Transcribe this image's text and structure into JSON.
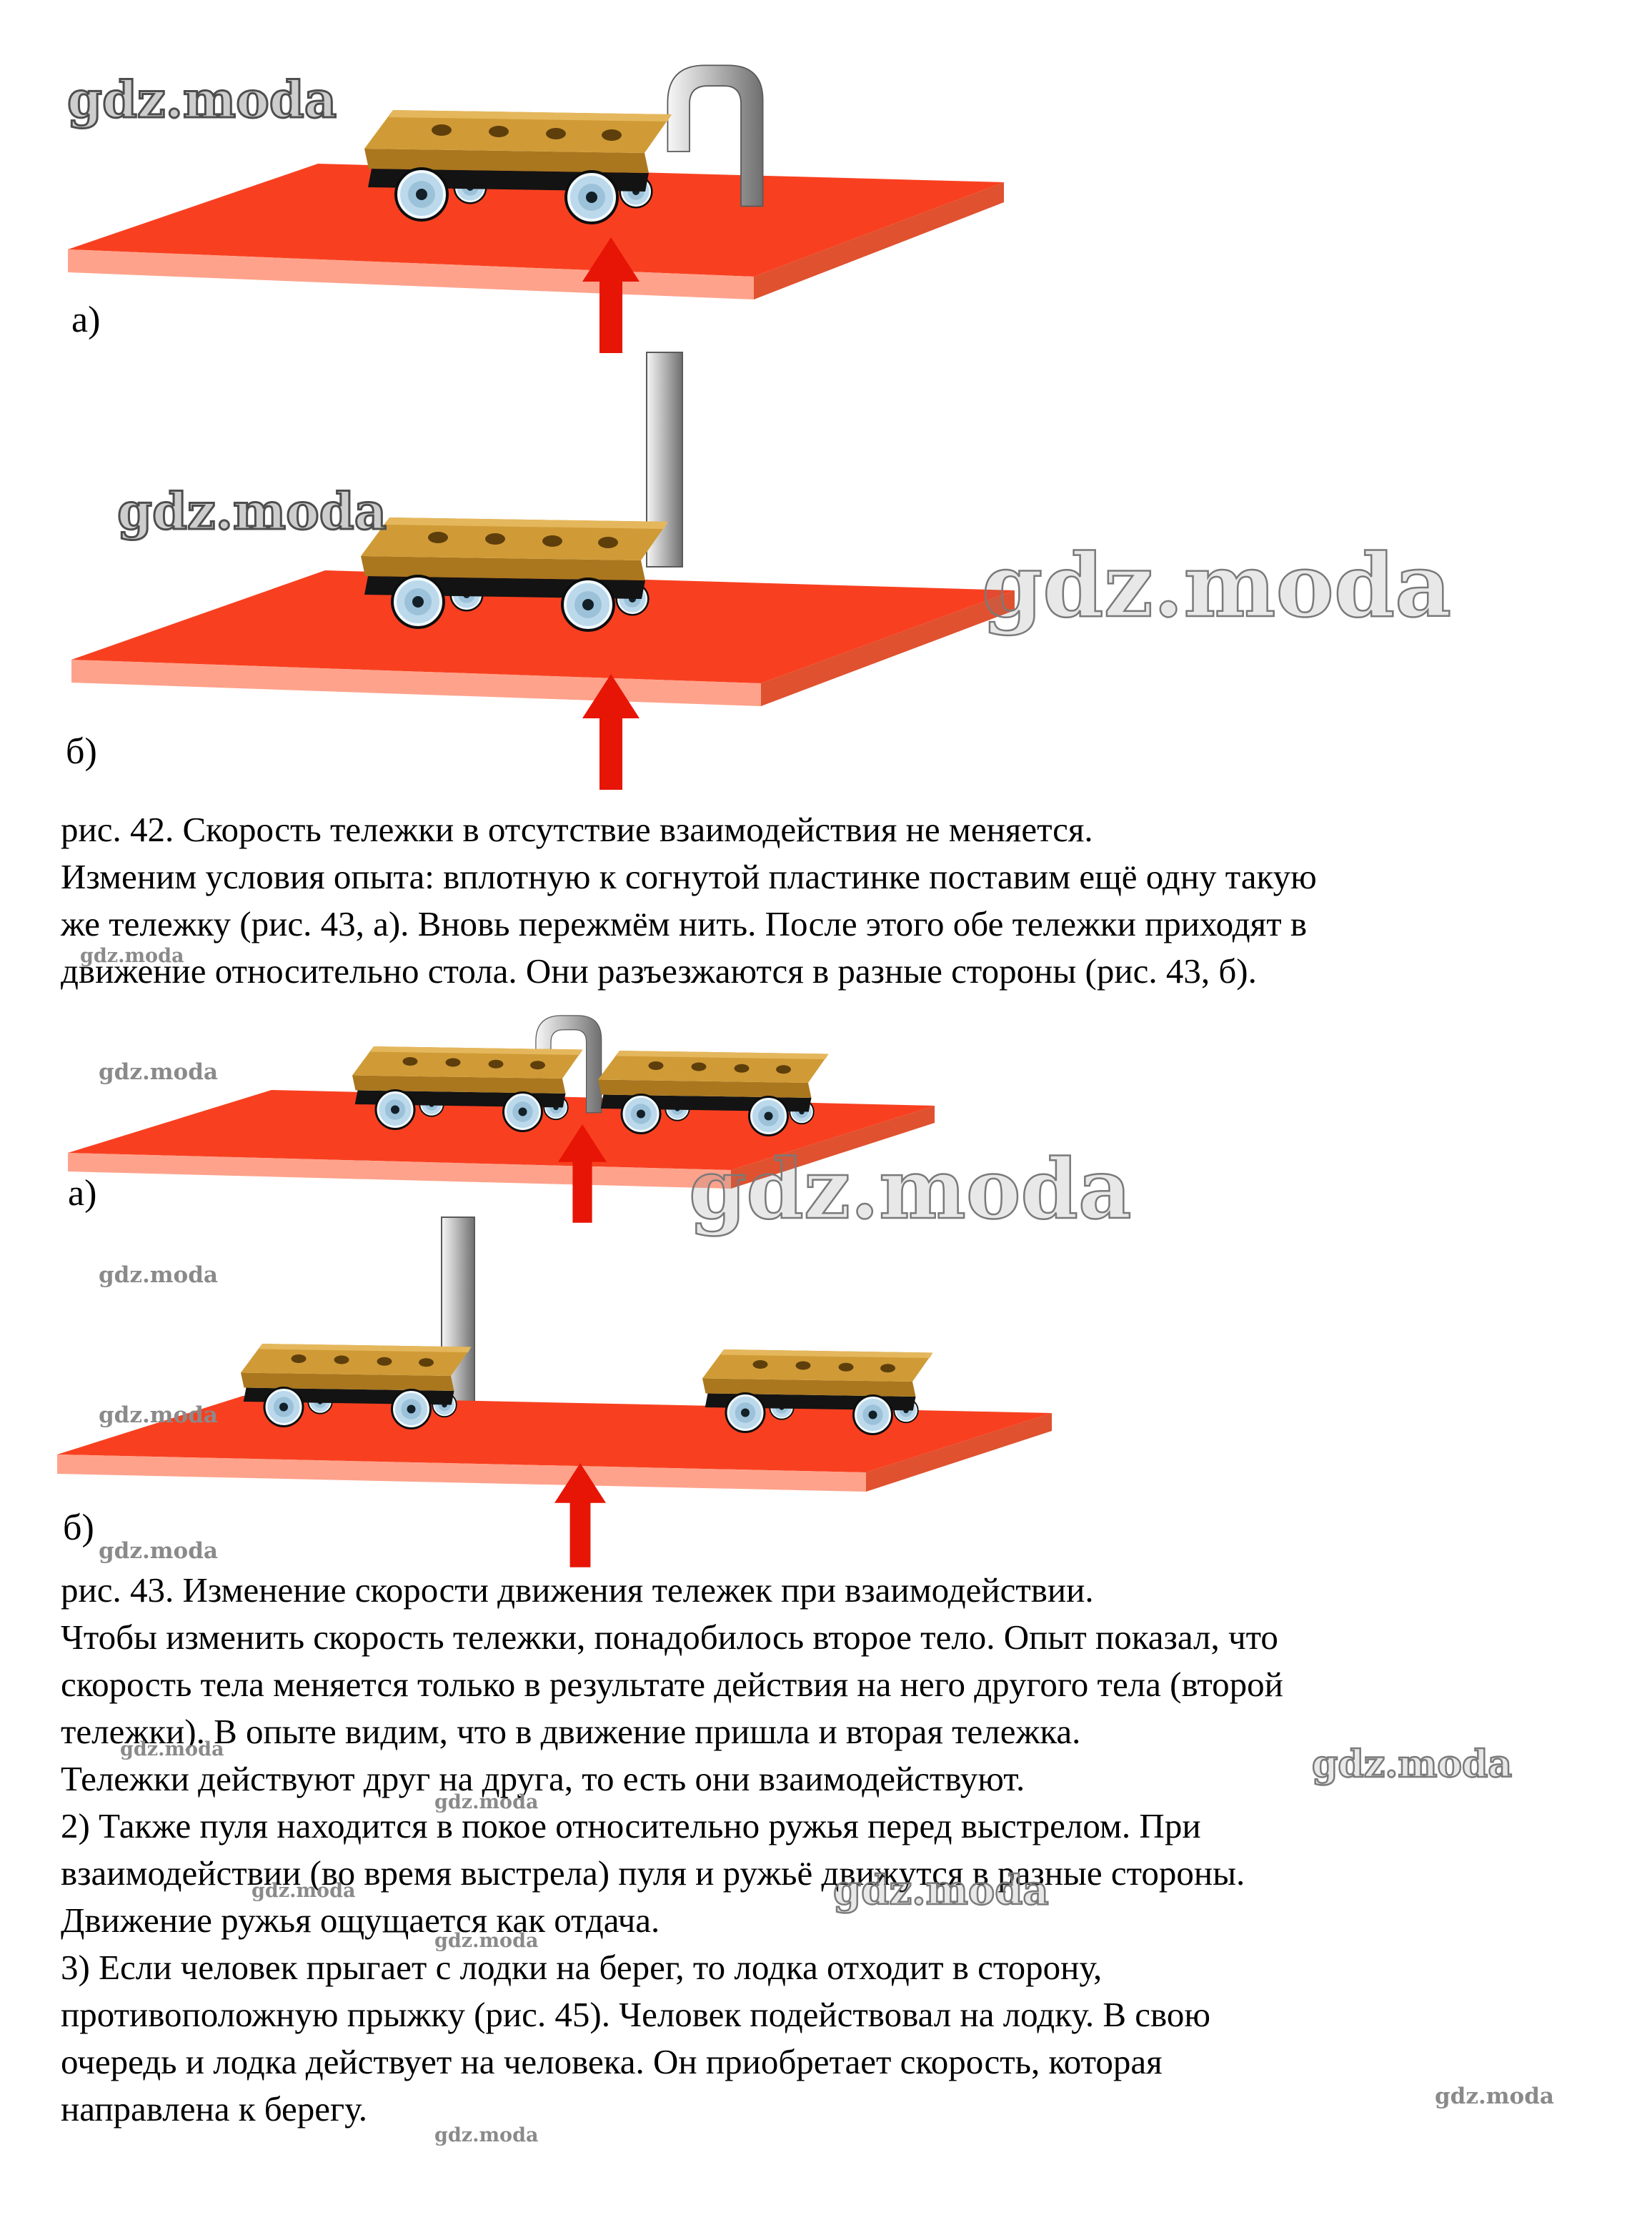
{
  "watermark": {
    "text": "gdz.moda"
  },
  "figure42": {
    "label_a": "а)",
    "label_b": "б)",
    "caption": "рис. 42. Скорость тележки в отсутствие взаимодействия не меняется."
  },
  "figure43": {
    "label_a": "а)",
    "label_b": "б)",
    "caption": "рис. 43. Изменение скорости движения тележек при взаимодействии."
  },
  "text": {
    "para1": [
      "Изменим условия опыта: вплотную к согнутой пластинке поставим ещё одну такую",
      "же тележку (рис. 43, а). Вновь пережмём нить. После этого обе тележки приходят в",
      "движение относительно стола. Они разъезжаются в разные стороны (рис. 43, б)."
    ],
    "para2": [
      "Чтобы изменить скорость тележки, понадобилось второе тело. Опыт показал, что",
      "скорость тела меняется только в результате действия на него другого тела (второй",
      "тележки). В опыте видим, что в движение пришла и вторая тележка.",
      "Тележки действуют друг на друга, то есть они взаимодействуют."
    ],
    "para3": [
      "2) Также пуля находится в покое относительно ружья перед выстрелом. При",
      "взаимодействии (во время выстрела) пуля и ружьё движутся в разные стороны.",
      "Движение ружья ощущается как отдача."
    ],
    "para4": [
      "3) Если человек прыгает с лодки на берег, то лодка отходит в сторону,",
      "противоположную прыжку (рис. 45). Человек подействовал на лодку. В свою",
      "очередь и лодка действует на человека. Он приобретает скорость, которая",
      "направлена к берегу."
    ]
  },
  "colors": {
    "platform_top": "#f84020",
    "platform_front": "#ffa28b",
    "platform_side": "#e0512f",
    "cart_body": "#d09b36",
    "cart_front": "#aa771f",
    "wheel_blue": "#bcd9ec",
    "arrow_red": "#e71505",
    "plate_gray": "#c2c2c2",
    "watermark_gray": "#8a8a8a"
  }
}
